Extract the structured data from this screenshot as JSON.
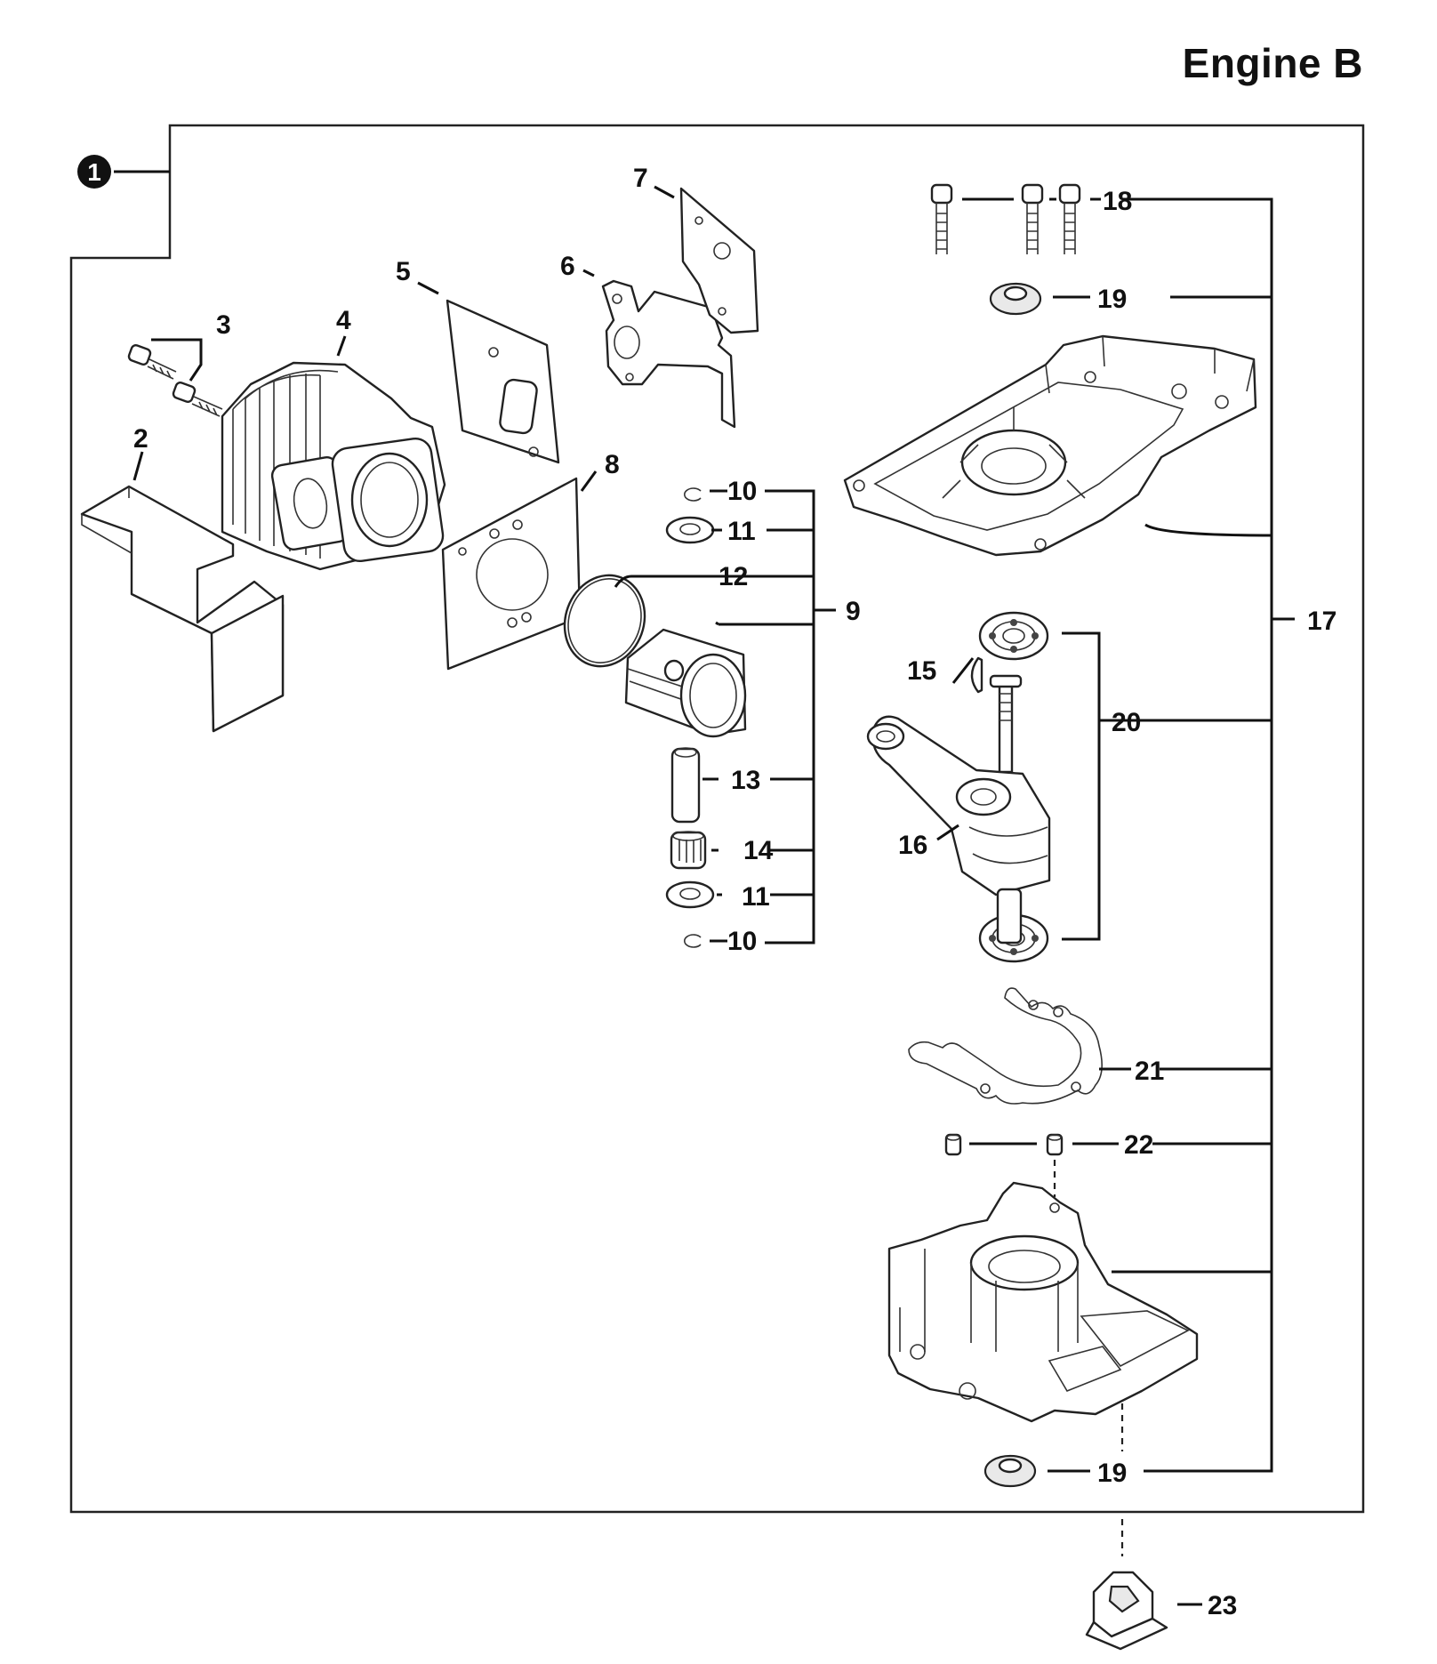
{
  "title": "Engine B",
  "assembly_badge": "1",
  "callouts": {
    "c2": "2",
    "c3": "3",
    "c4": "4",
    "c5": "5",
    "c6": "6",
    "c7": "7",
    "c8": "8",
    "c9": "9",
    "c10a": "10",
    "c10b": "10",
    "c11a": "11",
    "c11b": "11",
    "c12": "12",
    "c13": "13",
    "c14": "14",
    "c15": "15",
    "c16": "16",
    "c17": "17",
    "c18": "18",
    "c19a": "19",
    "c19b": "19",
    "c20": "20",
    "c21": "21",
    "c22": "22",
    "c23": "23"
  }
}
